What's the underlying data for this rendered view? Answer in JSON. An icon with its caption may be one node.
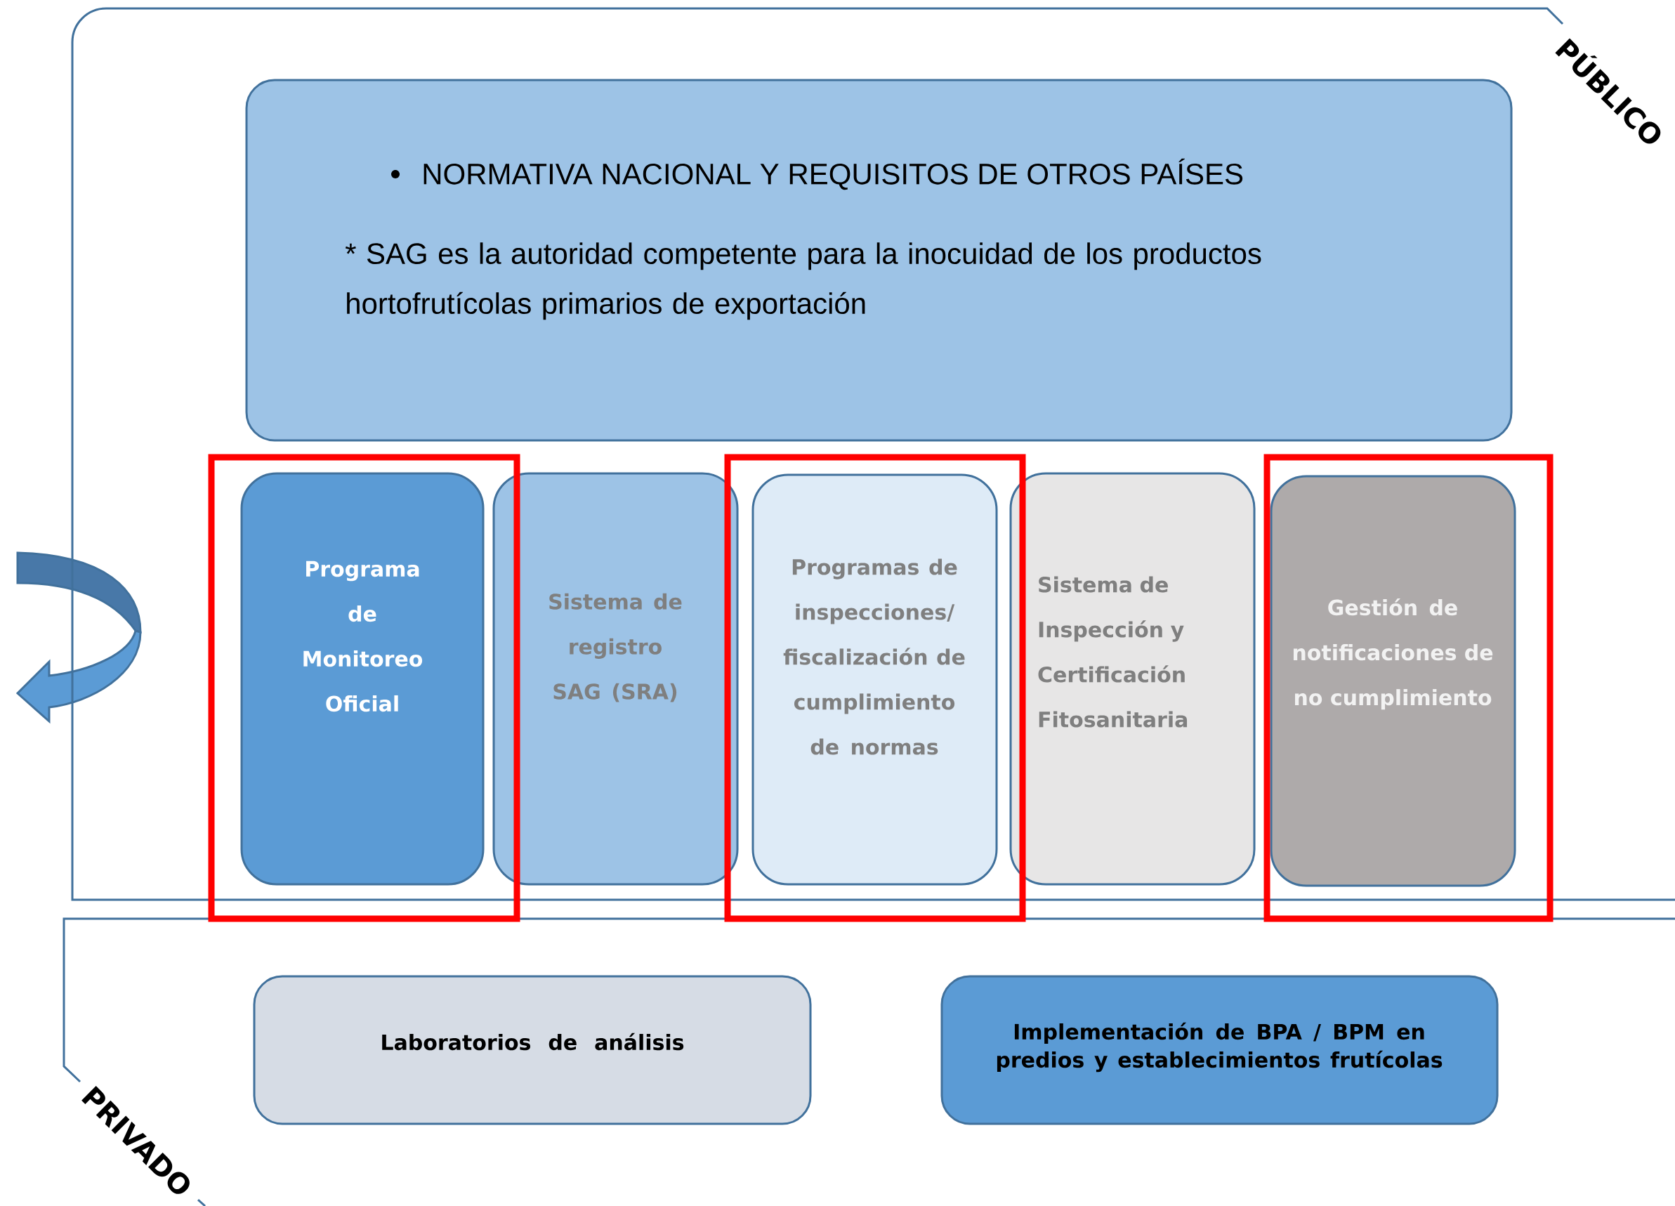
{
  "diagram": {
    "nodes": [
      {
        "text": [
          "PÚBLICO"
        ]
      },
      {
        "text": [
          "NORMATIVA NACIONAL Y REQUISITOS DE OTROS PAÍSES",
          "* SAG es la autoridad competente para la inocuidad de los productos hortofrutícolas primarios de exportación"
        ],
        "in": 0
      },
      {
        "text": [
          "Programa de Monitoreo Oficial"
        ],
        "in": 0
      },
      {
        "text": [
          "Sistema de registro SAG (SRA)"
        ],
        "in": 0
      },
      {
        "text": [
          "Programas de inspecciones/ fiscalización de cumplimiento de normas"
        ],
        "in": 0
      },
      {
        "text": [
          "Sistema de Inspección y Certificación Fitosanitaria"
        ],
        "in": 0
      },
      {
        "text": [
          "Gestión de notificaciones de no cumplimiento"
        ],
        "in": 0
      },
      {
        "text": [
          "PRIVADO"
        ]
      },
      {
        "text": [
          "Laboratorios de análisis"
        ],
        "in": 7
      },
      {
        "text": [
          "Implementación de BPA / BPM en predios y establecimientos frutícolas"
        ],
        "in": 7
      }
    ],
    "edges": []
  }
}
